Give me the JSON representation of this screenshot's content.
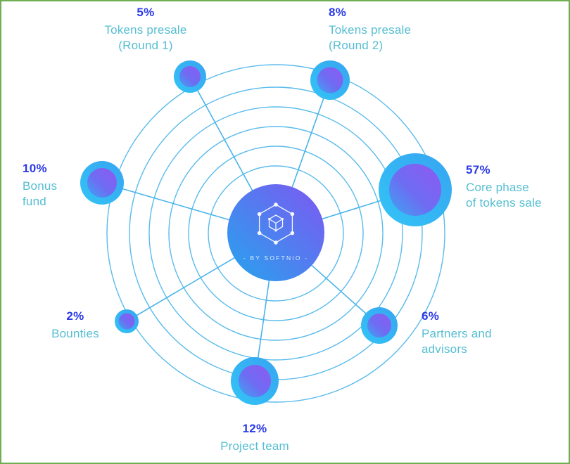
{
  "center": {
    "brand": "- BY SOFTNIO -"
  },
  "nodes": [
    {
      "id": "tokens-presale-round-1",
      "percent": "5%",
      "label1": "Tokens presale",
      "label2": "(Round 1)"
    },
    {
      "id": "tokens-presale-round-2",
      "percent": "8%",
      "label1": "Tokens presale",
      "label2": "(Round 2)"
    },
    {
      "id": "core-phase-of-tokens-sale",
      "percent": "57%",
      "label1": "Core phase",
      "label2": "of tokens sale"
    },
    {
      "id": "partners-and-advisors",
      "percent": "6%",
      "label1": "Partners and",
      "label2": "advisors"
    },
    {
      "id": "project-team",
      "percent": "12%",
      "label1": "Project team"
    },
    {
      "id": "bounties",
      "percent": "2%",
      "label1": "Bounties"
    },
    {
      "id": "bonus-fund",
      "percent": "10%",
      "label1": "Bonus",
      "label2": "fund"
    }
  ],
  "chart_data": {
    "type": "pie",
    "title": "",
    "categories": [
      "Tokens presale (Round 1)",
      "Tokens presale (Round 2)",
      "Core phase of tokens sale",
      "Partners and advisors",
      "Project team",
      "Bounties",
      "Bonus fund"
    ],
    "values": [
      5,
      8,
      57,
      6,
      12,
      2,
      10
    ],
    "unit": "%",
    "layout": "radial hub-and-spoke network; node size proportional to value; central hub branded - BY SOFTNIO -"
  },
  "colors": {
    "percent_text": "#2b3ae8",
    "label_text": "#56bed2",
    "ring_stroke": "#49b4ea",
    "node_blue": "#35b0f2",
    "node_purple": "#8f5af3",
    "center_gradient_start": "#25a4ee",
    "center_gradient_end": "#7e57f1",
    "frame_border": "#6fae52"
  }
}
